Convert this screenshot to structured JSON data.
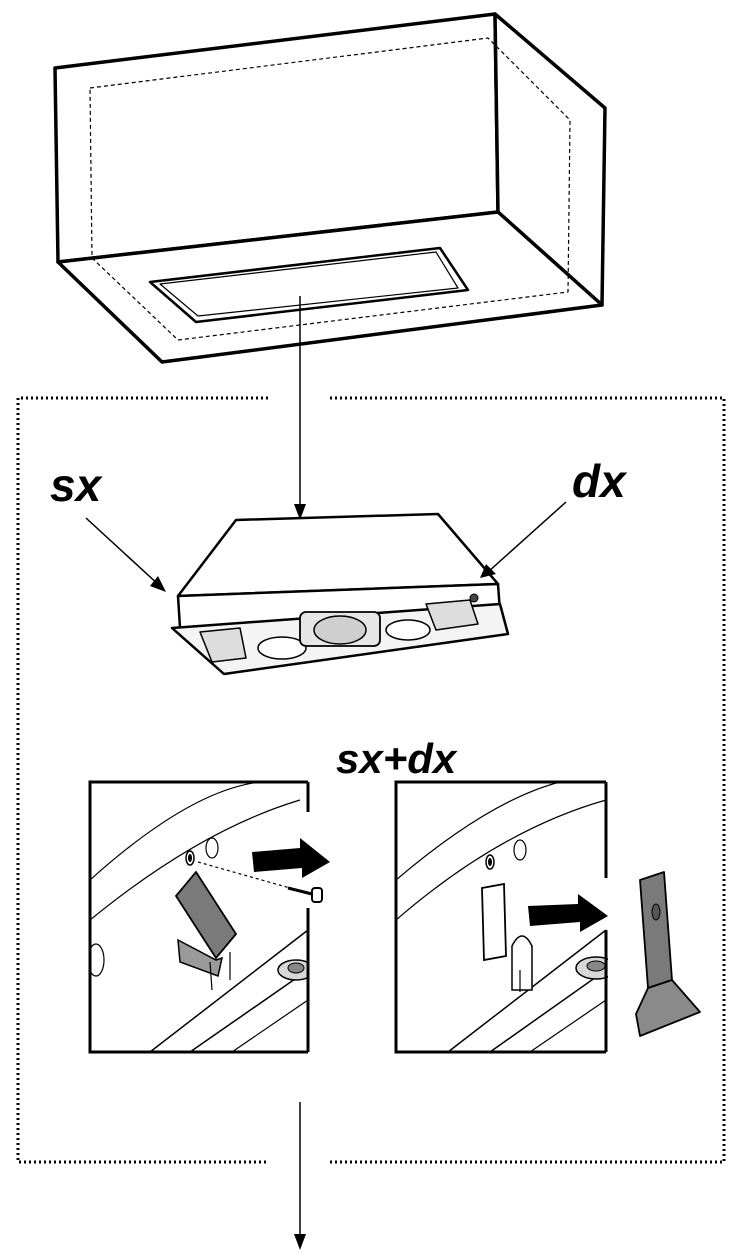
{
  "labels": {
    "left_side": "sx",
    "right_side": "dx",
    "both_sides": "sx+dx"
  },
  "colors": {
    "line": "#000000",
    "bracket_gray": "#7a7a7a",
    "background": "#ffffff"
  }
}
